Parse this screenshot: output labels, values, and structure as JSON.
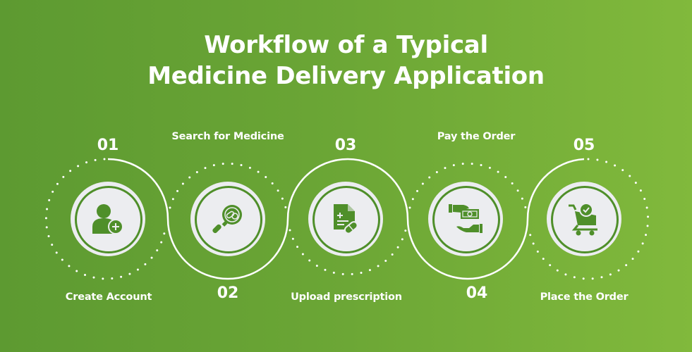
{
  "title": {
    "line1": "Workflow of a Typical",
    "line2": "Medicine Delivery Application"
  },
  "colors": {
    "background_left": "#5d9a31",
    "background_right": "#81b93c",
    "node_fill": "#ecedf0",
    "icon_green": "#4f8f2a",
    "text": "#ffffff"
  },
  "steps": [
    {
      "number": "01",
      "label": "Create Account",
      "icon": "user-add-icon"
    },
    {
      "number": "02",
      "label": "Search for Medicine",
      "icon": "search-medicine-icon"
    },
    {
      "number": "03",
      "label": "Upload prescription",
      "icon": "prescription-icon"
    },
    {
      "number": "04",
      "label": "Pay the Order",
      "icon": "payment-icon"
    },
    {
      "number": "05",
      "label": "Place the Order",
      "icon": "cart-check-icon"
    }
  ]
}
